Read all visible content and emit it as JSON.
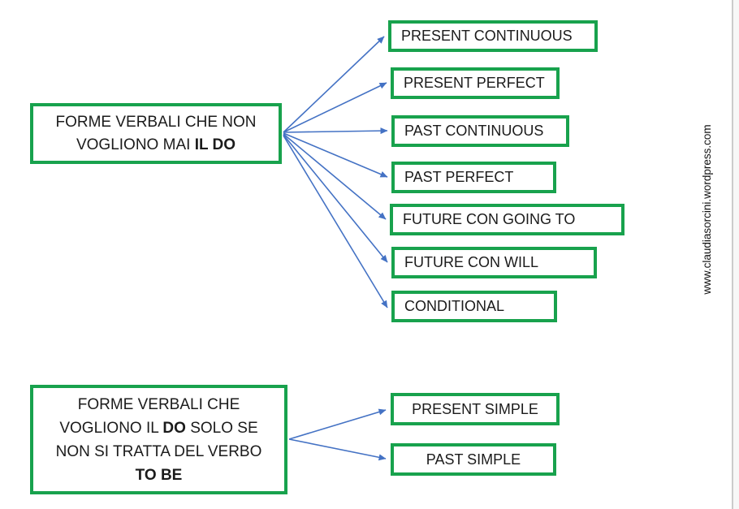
{
  "page": {
    "watermark": "www.claudiasorcini.wordpress.com"
  },
  "colors": {
    "box_border_green": "#18a24d",
    "arrow_blue": "#4472c4",
    "text": "#1b1b1b"
  },
  "group1": {
    "source": {
      "line1": "FORME VERBALI CHE NON",
      "line2_normal": "VOGLIONO MAI ",
      "line2_bold": "IL DO"
    },
    "targets": [
      "PRESENT CONTINUOUS",
      "PRESENT PERFECT",
      "PAST CONTINUOUS",
      "PAST PERFECT",
      "FUTURE CON GOING TO",
      "FUTURE CON WILL",
      "CONDITIONAL"
    ]
  },
  "group2": {
    "source": {
      "line1": "FORME VERBALI CHE",
      "line2_a": "VOGLIONO IL ",
      "line2_b": "DO",
      "line2_c": " SOLO SE",
      "line3": "NON SI TRATTA DEL VERBO",
      "line4_bold": "TO BE"
    },
    "targets": [
      "PRESENT SIMPLE",
      "PAST SIMPLE"
    ]
  }
}
